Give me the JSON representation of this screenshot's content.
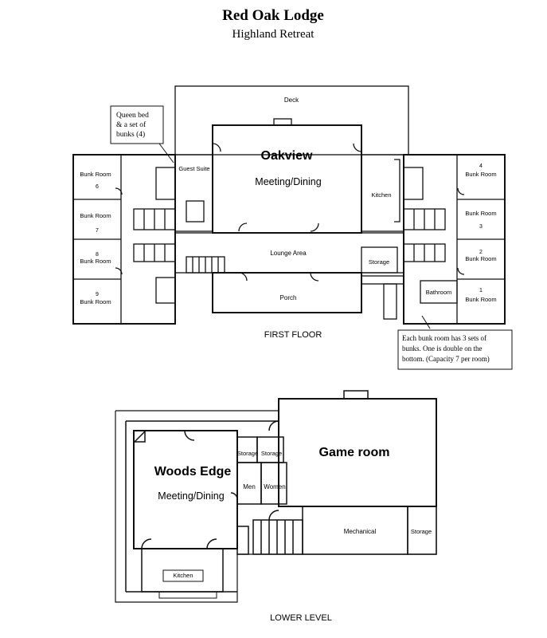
{
  "title": "Red Oak Lodge",
  "subtitle": "Highland Retreat",
  "first_floor": {
    "label": "FIRST FLOOR",
    "deck": "Deck",
    "main_hall_name": "Oakview",
    "main_hall_use": "Meeting/Dining",
    "guest_suite": "Guest Suite",
    "kitchen": "Kitchen",
    "lounge": "Lounge Area",
    "porch": "Porch",
    "storage": "Storage",
    "bathroom": "Bathroom",
    "bunk_rooms": [
      {
        "label": "Bunk Room",
        "number": "6"
      },
      {
        "label": "Bunk Room",
        "number": "7"
      },
      {
        "label": "Bunk Room",
        "number": "8"
      },
      {
        "label": "Bunk Room",
        "number": "9"
      },
      {
        "label": "Bunk Room",
        "number": "4"
      },
      {
        "label": "Bunk Room",
        "number": "3"
      },
      {
        "label": "Bunk Room",
        "number": "2"
      },
      {
        "label": "Bunk Room",
        "number": "1"
      }
    ],
    "callout_queen": [
      "Queen bed",
      "& a set of",
      "bunks  (4)"
    ],
    "callout_bunks": [
      "Each bunk room has 3 sets of",
      "bunks. One is double on the",
      "bottom. (Capacity 7 per room)"
    ]
  },
  "lower_level": {
    "label": "LOWER LEVEL",
    "hall_name": "Woods Edge",
    "hall_use": "Meeting/Dining",
    "game_room": "Game room",
    "storage_a": "Storage",
    "storage_b": "Storage",
    "storage_c": "Storage",
    "men": "Men",
    "women": "Women",
    "mechanical": "Mechanical",
    "kitchen": "Kitchen"
  }
}
